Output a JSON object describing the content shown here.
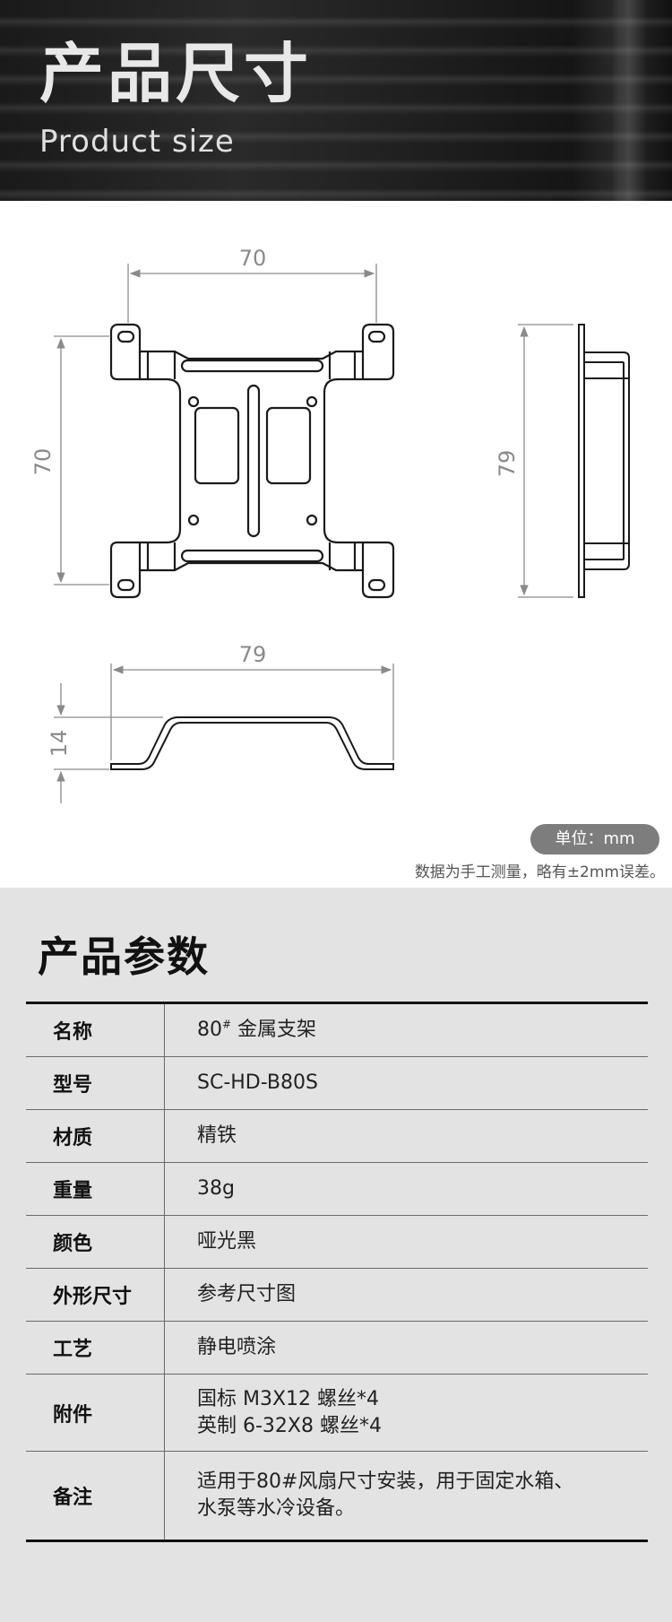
{
  "banner": {
    "title": "产品尺寸",
    "subtitle": "Product size"
  },
  "drawing": {
    "top_dim": "70",
    "left_dim": "70",
    "side_dim": "79",
    "bottom_dim": "79",
    "height_dim": "14",
    "unit_label": "单位：mm",
    "note": "数据为手工测量，略有±2mm误差。"
  },
  "params": {
    "title": "产品参数",
    "rows": [
      {
        "key": "名称",
        "lines": [
          "80",
          "#",
          " 金属支架"
        ]
      },
      {
        "key": "型号",
        "lines": [
          "SC-HD-B80S"
        ]
      },
      {
        "key": "材质",
        "lines": [
          "精铁"
        ]
      },
      {
        "key": "重量",
        "lines": [
          "38g"
        ]
      },
      {
        "key": "颜色",
        "lines": [
          "哑光黑"
        ]
      },
      {
        "key": "外形尺寸",
        "lines": [
          "参考尺寸图"
        ]
      },
      {
        "key": "工艺",
        "lines": [
          "静电喷涂"
        ]
      },
      {
        "key": "附件",
        "lines": [
          "国标 M3X12 螺丝*4",
          "英制 6-32X8 螺丝*4"
        ]
      },
      {
        "key": "备注",
        "lines": [
          "适用于80#风扇尺寸安装，用于固定水箱、",
          "水泵等水冷设备。"
        ]
      }
    ]
  },
  "colors": {
    "line": "#1a1a1a",
    "dimension": "#8a8a8a",
    "badge": "#7d7d7d"
  }
}
